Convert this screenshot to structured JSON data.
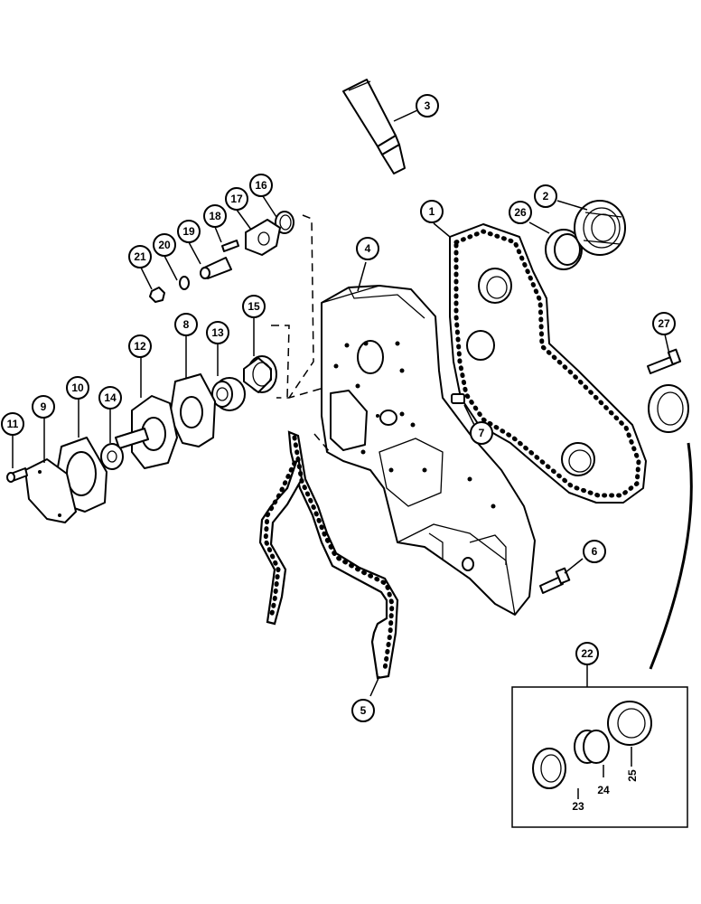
{
  "callouts": [
    {
      "id": "c1",
      "label": "1"
    },
    {
      "id": "c2",
      "label": "2"
    },
    {
      "id": "c3",
      "label": "3"
    },
    {
      "id": "c4",
      "label": "4"
    },
    {
      "id": "c5",
      "label": "5"
    },
    {
      "id": "c6",
      "label": "6"
    },
    {
      "id": "c7",
      "label": "7"
    },
    {
      "id": "c8",
      "label": "8"
    },
    {
      "id": "c9",
      "label": "9"
    },
    {
      "id": "c10",
      "label": "10"
    },
    {
      "id": "c11",
      "label": "11"
    },
    {
      "id": "c12",
      "label": "12"
    },
    {
      "id": "c13",
      "label": "13"
    },
    {
      "id": "c14",
      "label": "14"
    },
    {
      "id": "c15",
      "label": "15"
    },
    {
      "id": "c16",
      "label": "16"
    },
    {
      "id": "c17",
      "label": "17"
    },
    {
      "id": "c18",
      "label": "18"
    },
    {
      "id": "c19",
      "label": "19"
    },
    {
      "id": "c20",
      "label": "20"
    },
    {
      "id": "c21",
      "label": "21"
    },
    {
      "id": "c22",
      "label": "22"
    },
    {
      "id": "c26",
      "label": "26"
    },
    {
      "id": "c27",
      "label": "27"
    }
  ],
  "kit_labels": [
    {
      "id": "k23",
      "label": "23"
    },
    {
      "id": "k24",
      "label": "24"
    },
    {
      "id": "k25",
      "label": "25"
    }
  ]
}
